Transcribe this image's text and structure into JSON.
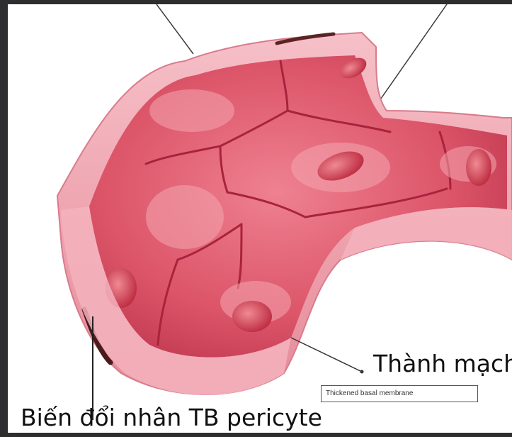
{
  "slide": {
    "label_vessel_wall": "Thành mạch",
    "label_basal_membrane": "Thickened basal membrane",
    "label_pericyte": "Biến đổi nhân TB pericyte"
  },
  "illustration": {
    "subject": "capillary-cross-section",
    "colors": {
      "wall_outer": "#f2a3b0",
      "wall_inner": "#e06b7c",
      "lumen": "#d9475c",
      "cell_border": "#b3283e",
      "nucleus": "#c8323f",
      "pericyte_nucleus": "#4a1a1c",
      "leader_line": "#333333"
    }
  }
}
